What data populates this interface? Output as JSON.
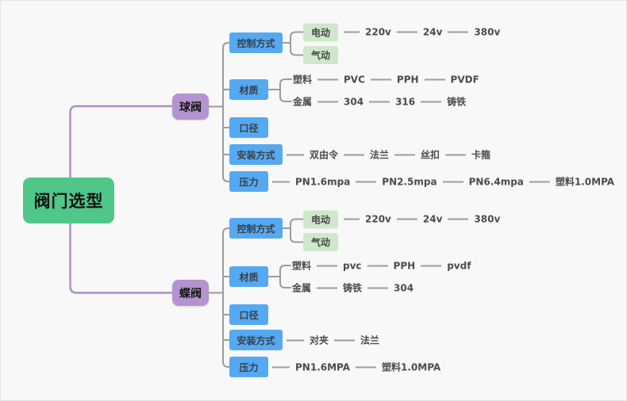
{
  "colors": {
    "background": "#f8f8f8",
    "root_green": "#4fc789",
    "branch_purple": "#b493ce",
    "category_blue": "#54a9f2",
    "option_green": "#cfe8cb",
    "line_grey": "#9c9c9c",
    "line_purple": "#a98fc6"
  },
  "root": {
    "label": "阀门选型"
  },
  "branches": [
    {
      "label": "球阀",
      "categories": [
        {
          "label": "控制方式",
          "children": [
            {
              "label": "电动",
              "chain": [
                "220v",
                "24v",
                "380v"
              ]
            },
            {
              "label": "气动"
            }
          ]
        },
        {
          "label": "材质",
          "children": [
            {
              "label": "塑料",
              "chain": [
                "PVC",
                "PPH",
                "PVDF"
              ]
            },
            {
              "label": "金属",
              "chain": [
                "304",
                "316",
                "铸铁"
              ]
            }
          ]
        },
        {
          "label": "口径"
        },
        {
          "label": "安装方式",
          "chain": [
            "双由令",
            "法兰",
            "丝扣",
            "卡箍"
          ]
        },
        {
          "label": "压力",
          "chain": [
            "PN1.6mpa",
            "PN2.5mpa",
            "PN6.4mpa",
            "塑料1.0MPA"
          ]
        }
      ]
    },
    {
      "label": "蝶阀",
      "categories": [
        {
          "label": "控制方式",
          "children": [
            {
              "label": "电动",
              "chain": [
                "220v",
                "24v",
                "380v"
              ]
            },
            {
              "label": "气动"
            }
          ]
        },
        {
          "label": "材质",
          "children": [
            {
              "label": "塑料",
              "chain": [
                "pvc",
                "PPH",
                "pvdf"
              ]
            },
            {
              "label": "金属",
              "chain": [
                "铸铁",
                "304"
              ]
            }
          ]
        },
        {
          "label": "口径"
        },
        {
          "label": "安装方式",
          "chain": [
            "对夹",
            "法兰"
          ]
        },
        {
          "label": "压力",
          "chain": [
            "PN1.6MPA",
            "塑料1.0MPA"
          ]
        }
      ]
    }
  ]
}
